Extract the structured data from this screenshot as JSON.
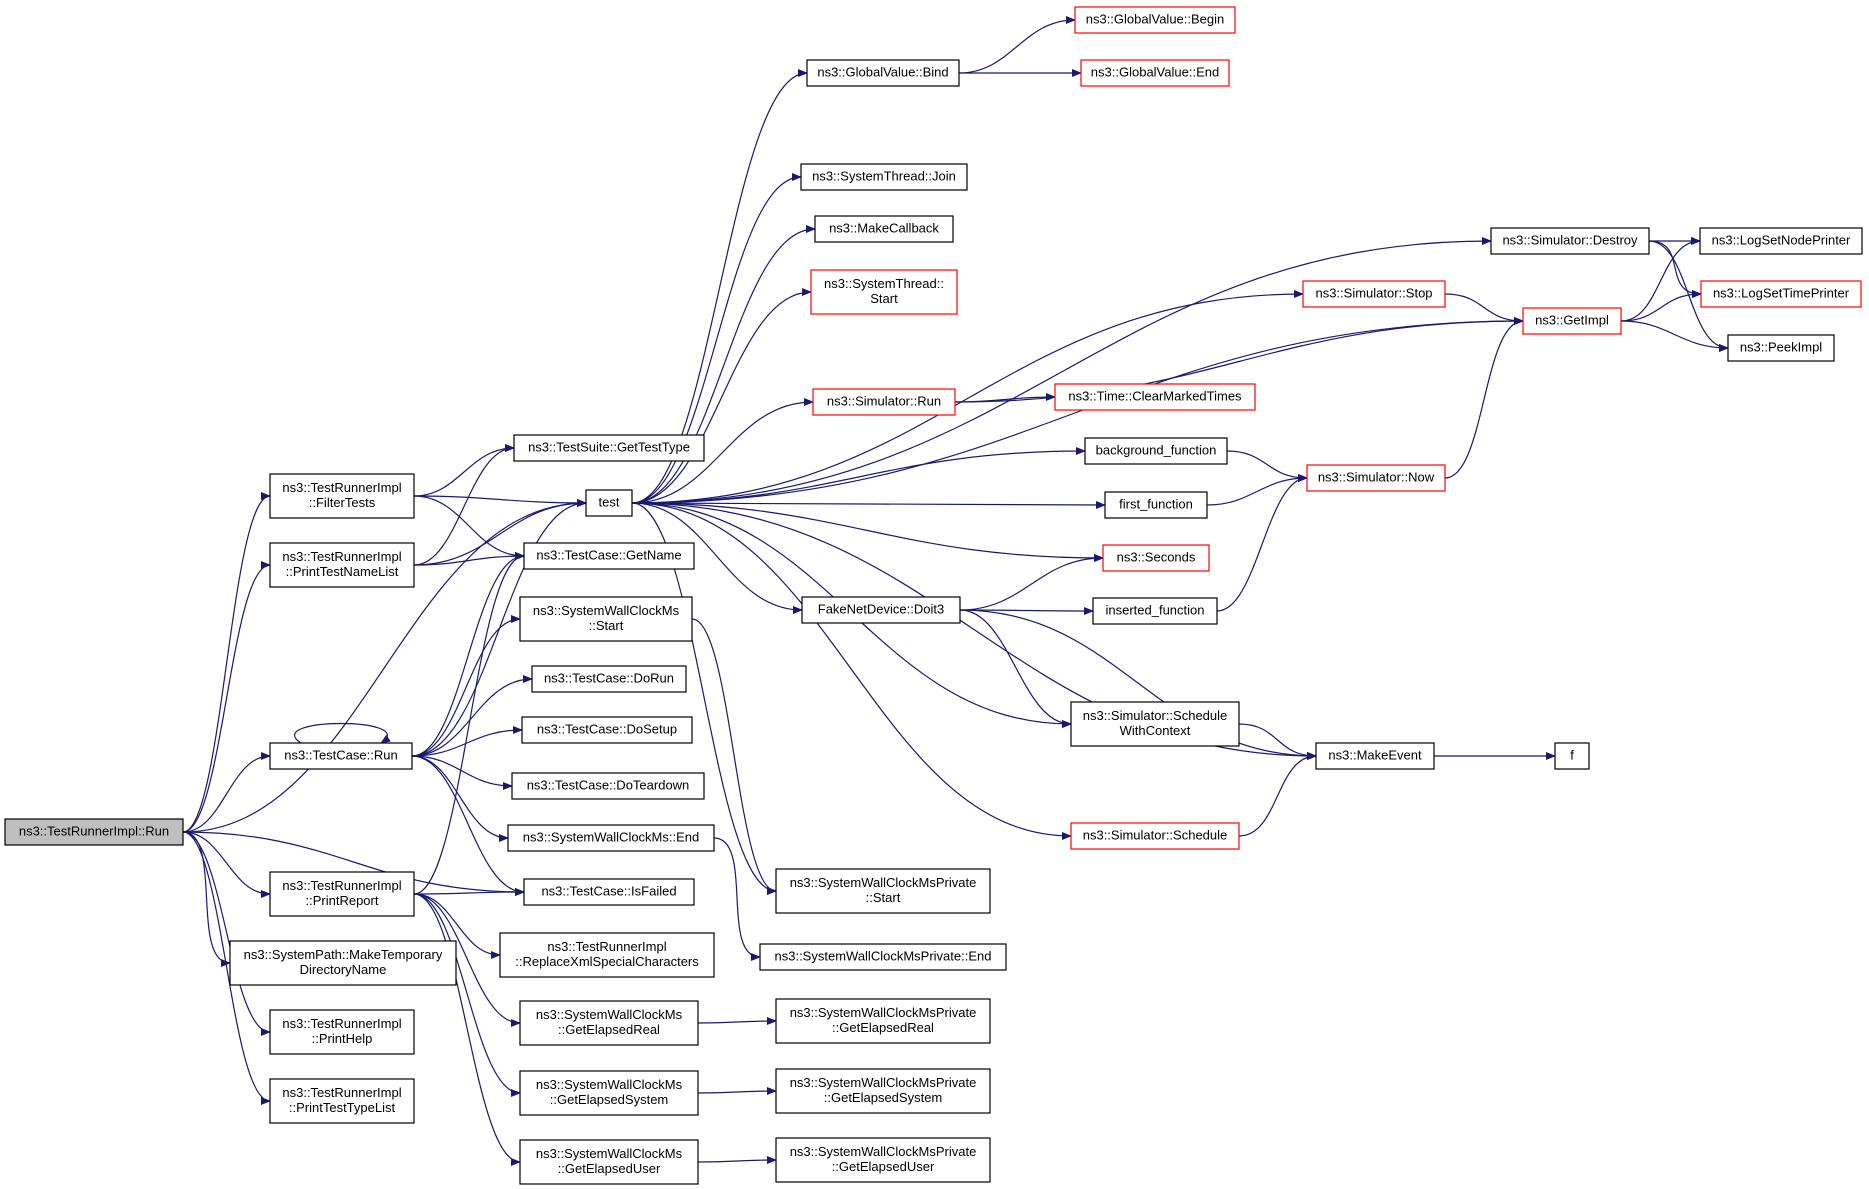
{
  "graph": {
    "nodes": [
      {
        "id": "root",
        "lines": [
          "ns3::TestRunnerImpl::Run"
        ],
        "root": true
      },
      {
        "id": "filterTests",
        "lines": [
          "ns3::TestRunnerImpl",
          "::FilterTests"
        ]
      },
      {
        "id": "printTestNameList",
        "lines": [
          "ns3::TestRunnerImpl",
          "::PrintTestNameList"
        ]
      },
      {
        "id": "tcRun",
        "lines": [
          "ns3::TestCase::Run"
        ]
      },
      {
        "id": "printReport",
        "lines": [
          "ns3::TestRunnerImpl",
          "::PrintReport"
        ]
      },
      {
        "id": "makeTempDir",
        "lines": [
          "ns3::SystemPath::MakeTemporary",
          "DirectoryName"
        ]
      },
      {
        "id": "printHelp",
        "lines": [
          "ns3::TestRunnerImpl",
          "::PrintHelp"
        ]
      },
      {
        "id": "printTestTypeList",
        "lines": [
          "ns3::TestRunnerImpl",
          "::PrintTestTypeList"
        ]
      },
      {
        "id": "getTestType",
        "lines": [
          "ns3::TestSuite::GetTestType"
        ]
      },
      {
        "id": "test",
        "lines": [
          "test"
        ]
      },
      {
        "id": "getName",
        "lines": [
          "ns3::TestCase::GetName"
        ]
      },
      {
        "id": "swcStart",
        "lines": [
          "ns3::SystemWallClockMs",
          "::Start"
        ]
      },
      {
        "id": "doRun",
        "lines": [
          "ns3::TestCase::DoRun"
        ]
      },
      {
        "id": "doSetup",
        "lines": [
          "ns3::TestCase::DoSetup"
        ]
      },
      {
        "id": "doTeardown",
        "lines": [
          "ns3::TestCase::DoTeardown"
        ]
      },
      {
        "id": "swcEnd",
        "lines": [
          "ns3::SystemWallClockMs::End"
        ]
      },
      {
        "id": "isFailed",
        "lines": [
          "ns3::TestCase::IsFailed"
        ]
      },
      {
        "id": "replaceXml",
        "lines": [
          "ns3::TestRunnerImpl",
          "::ReplaceXmlSpecialCharacters"
        ]
      },
      {
        "id": "swcGetReal",
        "lines": [
          "ns3::SystemWallClockMs",
          "::GetElapsedReal"
        ]
      },
      {
        "id": "swcGetSystem",
        "lines": [
          "ns3::SystemWallClockMs",
          "::GetElapsedSystem"
        ]
      },
      {
        "id": "swcGetUser",
        "lines": [
          "ns3::SystemWallClockMs",
          "::GetElapsedUser"
        ]
      },
      {
        "id": "gvBind",
        "lines": [
          "ns3::GlobalValue::Bind"
        ]
      },
      {
        "id": "stJoin",
        "lines": [
          "ns3::SystemThread::Join"
        ]
      },
      {
        "id": "makeCallback",
        "lines": [
          "ns3::MakeCallback"
        ]
      },
      {
        "id": "stStart",
        "lines": [
          "ns3::SystemThread::",
          "Start"
        ],
        "truncated": true
      },
      {
        "id": "simRun",
        "lines": [
          "ns3::Simulator::Run"
        ],
        "truncated": true
      },
      {
        "id": "doit3",
        "lines": [
          "FakeNetDevice::Doit3"
        ]
      },
      {
        "id": "swcpStart",
        "lines": [
          "ns3::SystemWallClockMsPrivate",
          "::Start"
        ]
      },
      {
        "id": "swcpEnd",
        "lines": [
          "ns3::SystemWallClockMsPrivate::End"
        ]
      },
      {
        "id": "swcpGetReal",
        "lines": [
          "ns3::SystemWallClockMsPrivate",
          "::GetElapsedReal"
        ]
      },
      {
        "id": "swcpGetSystem",
        "lines": [
          "ns3::SystemWallClockMsPrivate",
          "::GetElapsedSystem"
        ]
      },
      {
        "id": "swcpGetUser",
        "lines": [
          "ns3::SystemWallClockMsPrivate",
          "::GetElapsedUser"
        ]
      },
      {
        "id": "gvBegin",
        "lines": [
          "ns3::GlobalValue::Begin"
        ],
        "truncated": true
      },
      {
        "id": "gvEnd",
        "lines": [
          "ns3::GlobalValue::End"
        ],
        "truncated": true
      },
      {
        "id": "simStop",
        "lines": [
          "ns3::Simulator::Stop"
        ],
        "truncated": true
      },
      {
        "id": "clearMarked",
        "lines": [
          "ns3::Time::ClearMarkedTimes"
        ],
        "truncated": true
      },
      {
        "id": "bgFunc",
        "lines": [
          "background_function"
        ]
      },
      {
        "id": "firstFunc",
        "lines": [
          "first_function"
        ]
      },
      {
        "id": "seconds",
        "lines": [
          "ns3::Seconds"
        ],
        "truncated": true
      },
      {
        "id": "insertedFunc",
        "lines": [
          "inserted_function"
        ]
      },
      {
        "id": "schedWithCtx",
        "lines": [
          "ns3::Simulator::Schedule",
          "WithContext"
        ]
      },
      {
        "id": "simSchedule",
        "lines": [
          "ns3::Simulator::Schedule"
        ],
        "truncated": true
      },
      {
        "id": "simDestroy",
        "lines": [
          "ns3::Simulator::Destroy"
        ]
      },
      {
        "id": "getImpl",
        "lines": [
          "ns3::GetImpl"
        ],
        "truncated": true
      },
      {
        "id": "simNow",
        "lines": [
          "ns3::Simulator::Now"
        ],
        "truncated": true
      },
      {
        "id": "makeEvent",
        "lines": [
          "ns3::MakeEvent"
        ]
      },
      {
        "id": "logNode",
        "lines": [
          "ns3::LogSetNodePrinter"
        ]
      },
      {
        "id": "logTime",
        "lines": [
          "ns3::LogSetTimePrinter"
        ],
        "truncated": true
      },
      {
        "id": "peekImpl",
        "lines": [
          "ns3::PeekImpl"
        ]
      },
      {
        "id": "f",
        "lines": [
          "f"
        ]
      }
    ],
    "edges": [
      [
        "root",
        "filterTests"
      ],
      [
        "root",
        "printTestNameList"
      ],
      [
        "root",
        "tcRun"
      ],
      [
        "root",
        "printReport"
      ],
      [
        "root",
        "makeTempDir"
      ],
      [
        "root",
        "printHelp"
      ],
      [
        "root",
        "printTestTypeList"
      ],
      [
        "root",
        "test"
      ],
      [
        "root",
        "isFailed"
      ],
      [
        "filterTests",
        "getTestType"
      ],
      [
        "filterTests",
        "test"
      ],
      [
        "filterTests",
        "getName"
      ],
      [
        "printTestNameList",
        "getTestType"
      ],
      [
        "printTestNameList",
        "test"
      ],
      [
        "printTestNameList",
        "getName"
      ],
      [
        "tcRun",
        "tcRun"
      ],
      [
        "tcRun",
        "test"
      ],
      [
        "tcRun",
        "getName"
      ],
      [
        "tcRun",
        "swcStart"
      ],
      [
        "tcRun",
        "doRun"
      ],
      [
        "tcRun",
        "doSetup"
      ],
      [
        "tcRun",
        "doTeardown"
      ],
      [
        "tcRun",
        "swcEnd"
      ],
      [
        "tcRun",
        "isFailed"
      ],
      [
        "printReport",
        "getName"
      ],
      [
        "printReport",
        "isFailed"
      ],
      [
        "printReport",
        "replaceXml"
      ],
      [
        "printReport",
        "swcGetReal"
      ],
      [
        "printReport",
        "swcGetSystem"
      ],
      [
        "printReport",
        "swcGetUser"
      ],
      [
        "test",
        "gvBind"
      ],
      [
        "test",
        "stJoin"
      ],
      [
        "test",
        "makeCallback"
      ],
      [
        "test",
        "stStart"
      ],
      [
        "test",
        "simRun"
      ],
      [
        "test",
        "simDestroy"
      ],
      [
        "test",
        "simStop"
      ],
      [
        "test",
        "getImpl"
      ],
      [
        "test",
        "bgFunc"
      ],
      [
        "test",
        "firstFunc"
      ],
      [
        "test",
        "seconds"
      ],
      [
        "test",
        "doit3"
      ],
      [
        "test",
        "schedWithCtx"
      ],
      [
        "test",
        "makeEvent"
      ],
      [
        "test",
        "simSchedule"
      ],
      [
        "test",
        "swcpStart"
      ],
      [
        "swcStart",
        "swcpStart"
      ],
      [
        "swcEnd",
        "swcpEnd"
      ],
      [
        "swcGetReal",
        "swcpGetReal"
      ],
      [
        "swcGetSystem",
        "swcpGetSystem"
      ],
      [
        "swcGetUser",
        "swcpGetUser"
      ],
      [
        "gvBind",
        "gvBegin"
      ],
      [
        "gvBind",
        "gvEnd"
      ],
      [
        "simRun",
        "clearMarked"
      ],
      [
        "simRun",
        "getImpl"
      ],
      [
        "simStop",
        "getImpl"
      ],
      [
        "bgFunc",
        "simNow"
      ],
      [
        "firstFunc",
        "simNow"
      ],
      [
        "insertedFunc",
        "simNow"
      ],
      [
        "doit3",
        "seconds"
      ],
      [
        "doit3",
        "insertedFunc"
      ],
      [
        "doit3",
        "schedWithCtx"
      ],
      [
        "doit3",
        "makeEvent"
      ],
      [
        "schedWithCtx",
        "makeEvent"
      ],
      [
        "simSchedule",
        "makeEvent"
      ],
      [
        "simNow",
        "getImpl"
      ],
      [
        "simDestroy",
        "logNode"
      ],
      [
        "simDestroy",
        "logTime"
      ],
      [
        "simDestroy",
        "peekImpl"
      ],
      [
        "getImpl",
        "logNode"
      ],
      [
        "getImpl",
        "logTime"
      ],
      [
        "getImpl",
        "peekImpl"
      ],
      [
        "makeEvent",
        "f"
      ]
    ]
  }
}
